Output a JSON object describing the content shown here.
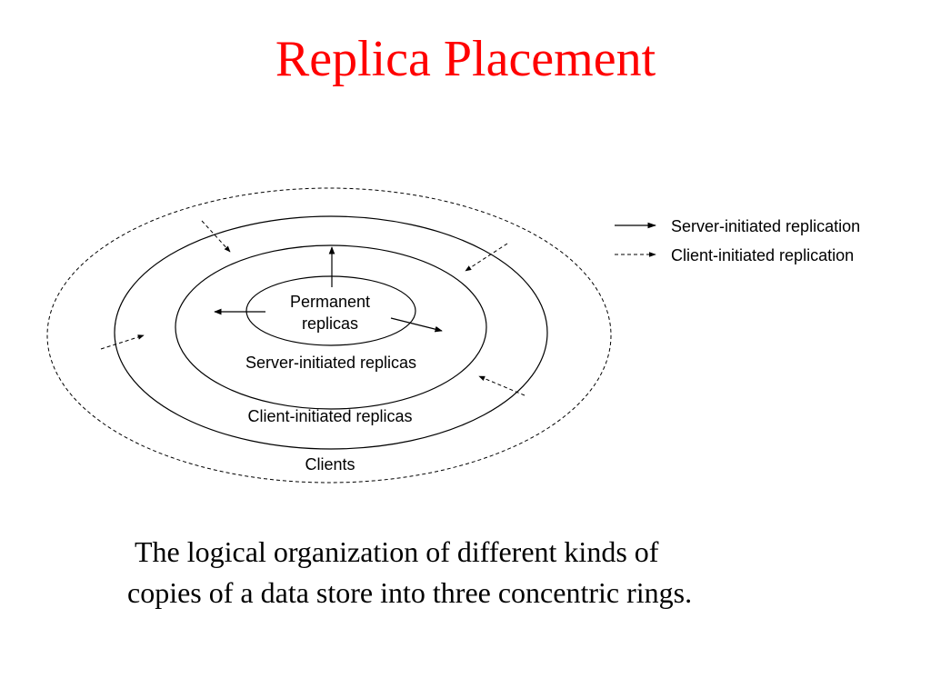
{
  "slide": {
    "title": "Replica Placement",
    "caption": [
      "The logical organization of different kinds of",
      "copies of a data store into three concentric rings."
    ]
  },
  "diagram": {
    "rings": {
      "permanent": [
        "Permanent",
        "replicas"
      ],
      "server": "Server-initiated replicas",
      "client": "Client-initiated replicas",
      "clients": "Clients"
    },
    "legend": {
      "server": "Server-initiated replication",
      "client": "Client-initiated replication"
    }
  },
  "colors": {
    "title": "#ff0000",
    "ink": "#000000"
  }
}
